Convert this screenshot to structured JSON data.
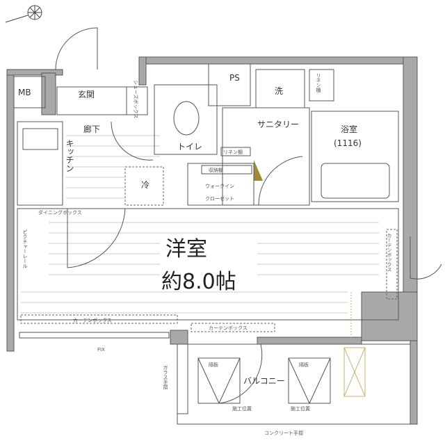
{
  "rooms": {
    "mb": "MB",
    "entrance": "玄関",
    "shoe_box": "シューズボックス",
    "corridor": "廊下",
    "kitchen": "キッチン",
    "fridge": "冷",
    "toilet": "トイレ",
    "ps": "PS",
    "washer": "洗",
    "linen_shelf_1": "リネン棚",
    "sanitary": "サニタリー",
    "bathroom": "浴室",
    "bath_size": "(1116)",
    "linen_shelf_2": "リネン棚",
    "storage_shelf": "収納棚",
    "walk_in": "ウォークイン",
    "closet": "クローゼット",
    "western_room": "洋室",
    "room_size": "約8.0帖",
    "picture_rail": "ピクチャーレール",
    "dining_box": "ダイニングボックス",
    "curtain_box_1": "カーテンボックス",
    "curtain_box_2": "カーテンボックス",
    "curtain_box_3": "カーテンボックス",
    "fix": "FIX",
    "balcony": "バルコニー",
    "partition_1": "隔板",
    "partition_2": "隔板",
    "glass_rail": "ガラス手摺",
    "concrete_rail": "コンクリート手摺",
    "outdoor_unit_1": "施工位置",
    "outdoor_unit_2": "施工位置"
  }
}
